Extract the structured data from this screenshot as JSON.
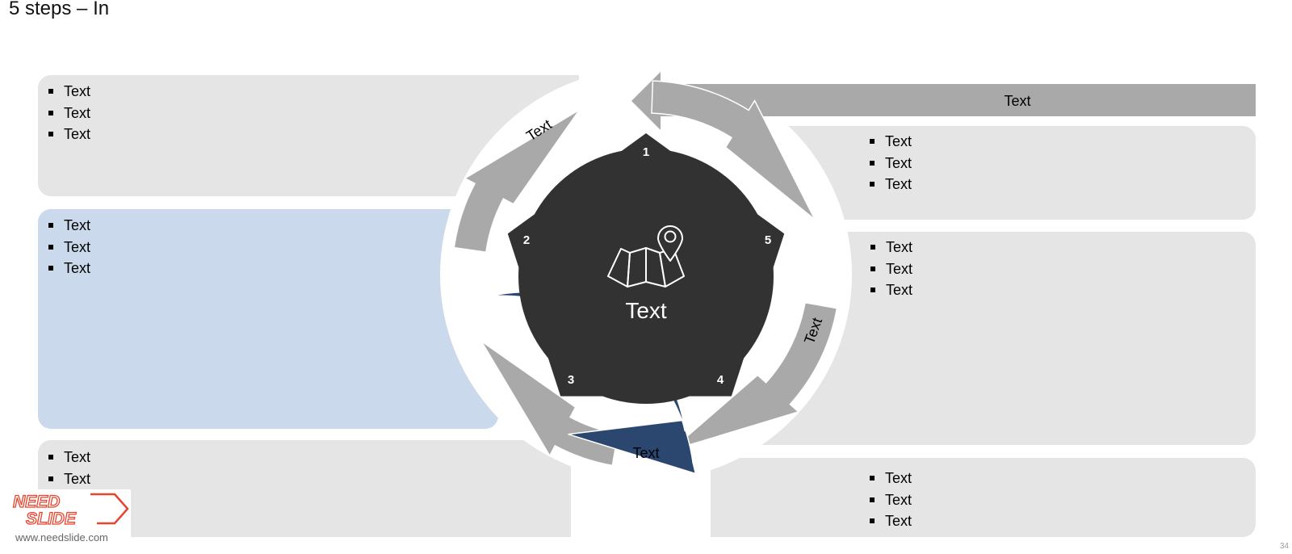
{
  "slide": {
    "title": "5 steps – In",
    "page_number": "34"
  },
  "panels": {
    "top_left": {
      "bullets": [
        "Text",
        "Text",
        "Text"
      ]
    },
    "mid_left": {
      "bullets": [
        "Text",
        "Text",
        "Text"
      ]
    },
    "bottom_left": {
      "bullets": [
        "Text",
        "Text"
      ]
    },
    "top_right": {
      "bullets": [
        "Text",
        "Text",
        "Text"
      ]
    },
    "mid_right": {
      "bullets": [
        "Text",
        "Text",
        "Text"
      ]
    },
    "bottom_right": {
      "bullets": [
        "Text",
        "Text",
        "Text"
      ]
    }
  },
  "banner": {
    "label": "Text"
  },
  "cycle": {
    "center_label": "Text",
    "center_icon": "map-pin-icon",
    "steps": [
      {
        "number": "1"
      },
      {
        "number": "2"
      },
      {
        "number": "3"
      },
      {
        "number": "4"
      },
      {
        "number": "5"
      }
    ],
    "arc_labels": {
      "top_left": "Text",
      "left": "Text",
      "bottom": "Text",
      "right": "Text"
    },
    "active_step": "2"
  },
  "colors": {
    "panel": "#e5e5e5",
    "panel_highlight": "#cad9eb",
    "arrow": "#a9a9a9",
    "arrow_active": "#2b4770",
    "center": "#323232"
  },
  "logo": {
    "line1": "NEED",
    "line2": "SLIDE",
    "url": "www.needslide.com"
  }
}
